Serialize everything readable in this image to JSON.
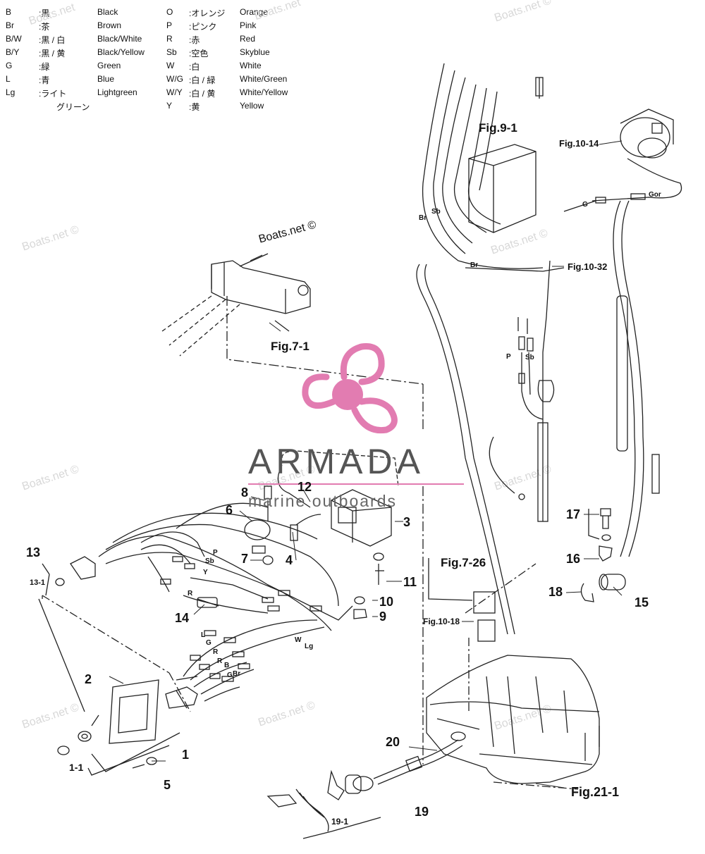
{
  "legend": [
    {
      "code": "B",
      "jp": ":黒",
      "en": "Black"
    },
    {
      "code": "Br",
      "jp": ":茶",
      "en": "Brown"
    },
    {
      "code": "B/W",
      "jp": ":黒 / 白",
      "en": "Black/White"
    },
    {
      "code": "B/Y",
      "jp": ":黒 / 黄",
      "en": "Black/Yellow"
    },
    {
      "code": "G",
      "jp": ":緑",
      "en": "Green"
    },
    {
      "code": "L",
      "jp": ":青",
      "en": "Blue"
    },
    {
      "code": "Lg",
      "jp": ":ライト",
      "en": "Lightgreen"
    },
    {
      "code": "",
      "jp": "グリーン",
      "en": ""
    },
    {
      "code": "O",
      "jp": ":オレンジ",
      "en": "Orange"
    },
    {
      "code": "P",
      "jp": ":ピンク",
      "en": "Pink"
    },
    {
      "code": "R",
      "jp": ":赤",
      "en": "Red"
    },
    {
      "code": "Sb",
      "jp": ":空色",
      "en": "Skyblue"
    },
    {
      "code": "W",
      "jp": ":白",
      "en": "White"
    },
    {
      "code": "W/G",
      "jp": ":白 / 緑",
      "en": "White/Green"
    },
    {
      "code": "W/Y",
      "jp": ":白 / 黄",
      "en": "White/Yellow"
    },
    {
      "code": "Y",
      "jp": ":黄",
      "en": "Yellow"
    }
  ],
  "figure_refs": {
    "fig_9_1": "Fig.9-1",
    "fig_10_14": "Fig.10-14",
    "fig_10_32": "Fig.10-32",
    "fig_7_1": "Fig.7-1",
    "fig_7_26": "Fig.7-26",
    "fig_10_18": "Fig.10-18",
    "fig_21_1": "Fig.21-1"
  },
  "part_numbers": {
    "p1": "1",
    "p1_1": "1-1",
    "p2": "2",
    "p3": "3",
    "p4": "4",
    "p5": "5",
    "p6": "6",
    "p7": "7",
    "p8": "8",
    "p9": "9",
    "p10": "10",
    "p11": "11",
    "p12": "12",
    "p13": "13",
    "p13_1": "13-1",
    "p14": "14",
    "p15": "15",
    "p16": "16",
    "p17": "17",
    "p18": "18",
    "p19": "19",
    "p19_1": "19-1",
    "p20": "20"
  },
  "wire_labels": {
    "br1": "Br",
    "sb1": "Sb",
    "br2": "Br",
    "g1": "G",
    "gor": "Gor",
    "p1": "P",
    "sb2": "Sb",
    "p2": "P",
    "sb3": "Sb",
    "y1": "Y",
    "r1": "R",
    "l1": "L",
    "g2": "G",
    "r2": "R",
    "r3": "R",
    "b1": "B",
    "g3": "G",
    "br3": "Br",
    "w1": "W",
    "lg1": "Lg"
  },
  "watermarks": {
    "w1": "Boats.net",
    "w2": "Boats.net",
    "w3": "Boats.net ©",
    "w4": "Boats.net ©",
    "w5": "Boats.net ©",
    "w6": "Boats.net ©",
    "w7": "Boats.net ©",
    "w8": "Boats.net ©",
    "w9": "Boats.net ©",
    "w10": "Boats.net ©",
    "w11": "Boats.net ©"
  },
  "callout_boats": "Boats.net ©",
  "logo": {
    "title": "ARMADA",
    "subtitle": "marine outboards",
    "pink": "#e27cb1",
    "gray": "#555555"
  }
}
